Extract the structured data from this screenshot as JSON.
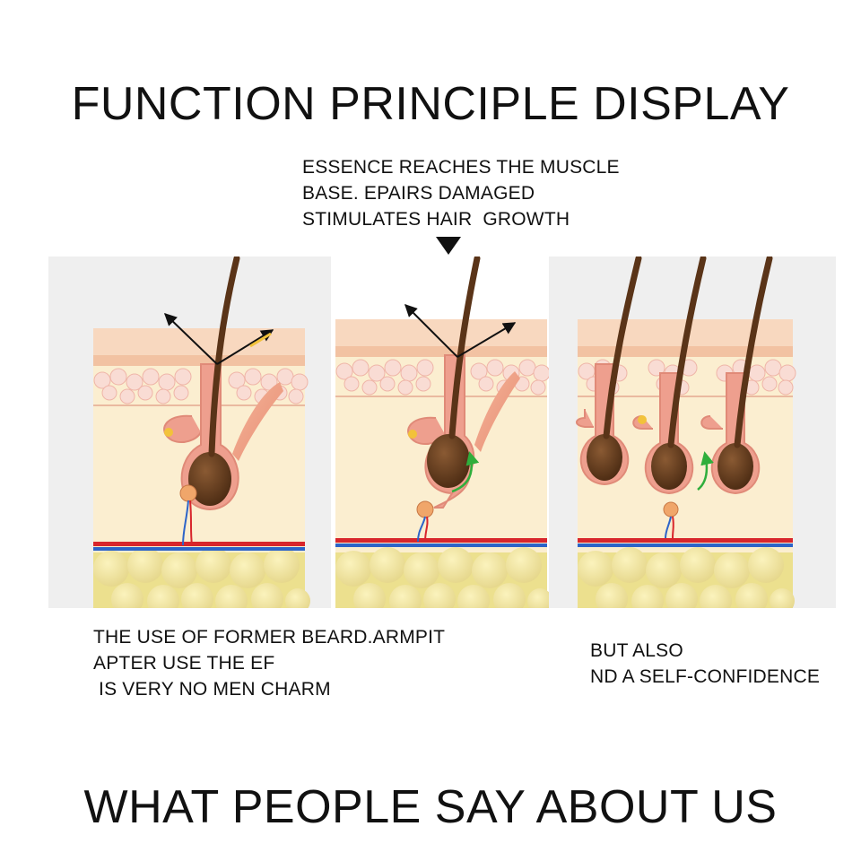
{
  "title_top": "FUNCTION PRINCIPLE DISPLAY",
  "caption_top": [
    "ESSENCE REACHES THE MUSCLE",
    "BASE. EPAIRS DAMAGED",
    "STIMULATES HAIR  GROWTH"
  ],
  "caption_left": [
    "THE USE OF FORMER BEARD.ARMPIT",
    "APTER USE THE EF",
    " IS VERY NO MEN CHARM"
  ],
  "caption_right": [
    "BUT ALSO",
    "ND A SELF-CONFIDENCE"
  ],
  "title_bottom": "WHAT PEOPLE SAY ABOUT US",
  "icons": {
    "pointer": "triangle-down-icon",
    "growth_arrow": "curved-arrow-up-icon",
    "vector_arrow": "black-arrow-icon"
  },
  "colors": {
    "hair": "#5a3418",
    "epidermis": "#f6cdb0",
    "dermis": "#fbeed0",
    "follicle": "#ee9f8e",
    "fat": "#f0e39e",
    "artery": "#d8262c",
    "vein": "#2d64c8",
    "growth_arrow": "#2fae3c"
  }
}
